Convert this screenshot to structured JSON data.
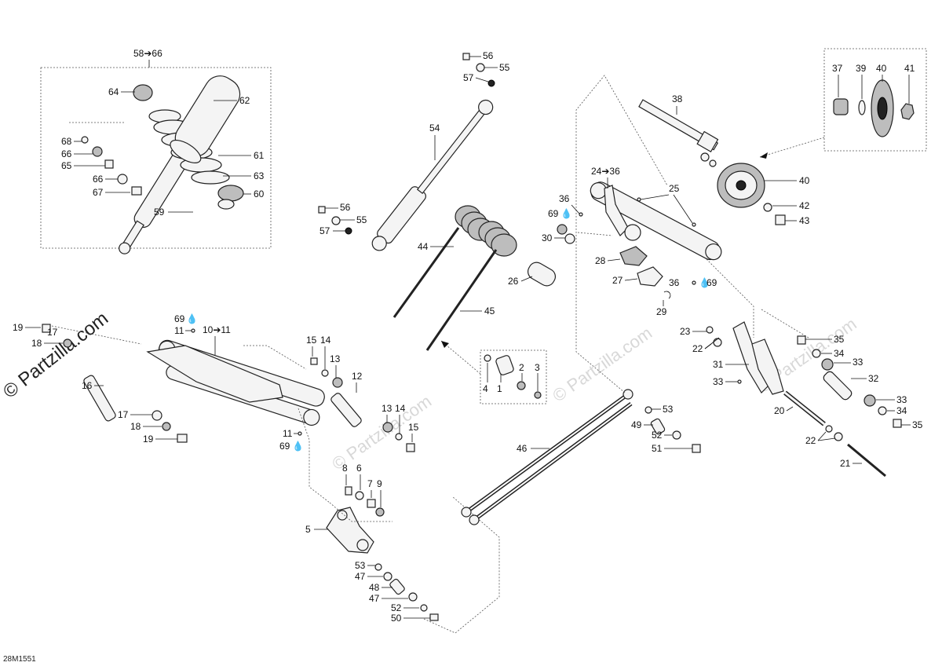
{
  "diagram": {
    "code": "28M1551",
    "watermark_main": "© Partzilla.com",
    "watermark_faint": "© Partzilla.com",
    "box_labels": {
      "shock_kit": "58➔66",
      "wheel_kit": "",
      "front_arm_kit": "10➔11",
      "rear_arm_kit": "24➔36"
    },
    "callouts": {
      "c1": "1",
      "c2": "2",
      "c3": "3",
      "c4": "4",
      "c5": "5",
      "c6": "6",
      "c7": "7",
      "c8": "8",
      "c9": "9",
      "c11a": "11",
      "c11b": "11",
      "c12": "12",
      "c13a": "13",
      "c13b": "13",
      "c14a": "14",
      "c14b": "14",
      "c15a": "15",
      "c15b": "15",
      "c16": "16",
      "c17a": "17",
      "c17b": "17",
      "c18a": "18",
      "c18b": "18",
      "c19a": "19",
      "c19b": "19",
      "c20": "20",
      "c21": "21",
      "c22a": "22",
      "c22b": "22",
      "c23": "23",
      "c25": "25",
      "c26": "26",
      "c27": "27",
      "c28": "28",
      "c29": "29",
      "c30": "30",
      "c31": "31",
      "c32": "32",
      "c33a": "33",
      "c33b": "33",
      "c33c": "33",
      "c34a": "34",
      "c34b": "34",
      "c35a": "35",
      "c35b": "35",
      "c36a": "36",
      "c36b": "36",
      "c37": "37",
      "c38": "38",
      "c39": "39",
      "c40a": "40",
      "c40b": "40",
      "c41": "41",
      "c42": "42",
      "c43": "43",
      "c44": "44",
      "c45": "45",
      "c46": "46",
      "c47a": "47",
      "c47b": "47",
      "c48": "48",
      "c49": "49",
      "c50": "50",
      "c51": "51",
      "c52a": "52",
      "c52b": "52",
      "c53a": "53",
      "c53b": "53",
      "c54": "54",
      "c55a": "55",
      "c55b": "55",
      "c56a": "56",
      "c56b": "56",
      "c57a": "57",
      "c57b": "57",
      "c59": "59",
      "c60": "60",
      "c61": "61",
      "c62": "62",
      "c63": "63",
      "c64": "64",
      "c65": "65",
      "c66a": "66",
      "c66b": "66",
      "c67": "67",
      "c68": "68",
      "c69a": "69",
      "c69b": "69",
      "c69c": "69",
      "c69d": "69"
    }
  }
}
